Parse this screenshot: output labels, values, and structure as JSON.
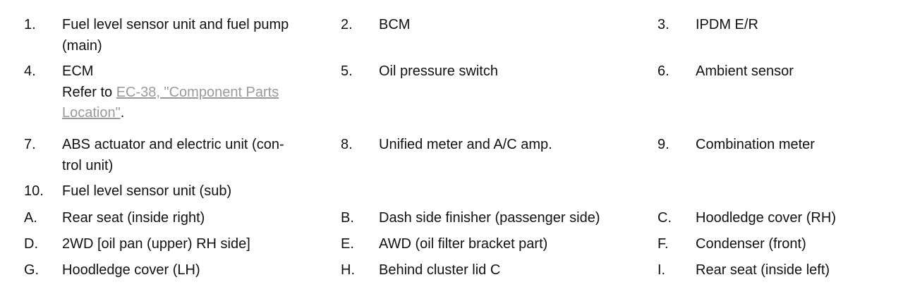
{
  "items": [
    {
      "num": "1.",
      "lines": [
        "Fuel level sensor unit and fuel pump",
        "(main)"
      ]
    },
    {
      "num": "2.",
      "lines": [
        "BCM"
      ]
    },
    {
      "num": "3.",
      "lines": [
        "IPDM E/R"
      ]
    },
    {
      "num": "4.",
      "lines": [
        "ECM"
      ],
      "ref_prefix": "Refer to ",
      "ref_link_line1": "EC-38, \"Component Parts",
      "ref_link_line2": "Location\"",
      "ref_suffix": "."
    },
    {
      "num": "5.",
      "lines": [
        "Oil pressure switch"
      ]
    },
    {
      "num": "6.",
      "lines": [
        "Ambient sensor"
      ]
    },
    {
      "num": "7.",
      "lines": [
        "ABS actuator and electric unit (con-",
        "trol unit)"
      ]
    },
    {
      "num": "8.",
      "lines": [
        "Unified meter and A/C amp."
      ]
    },
    {
      "num": "9.",
      "lines": [
        "Combination meter"
      ]
    },
    {
      "num": "10.",
      "lines": [
        "Fuel level sensor unit (sub)"
      ]
    },
    {
      "num": "A.",
      "lines": [
        "Rear seat (inside right)"
      ]
    },
    {
      "num": "B.",
      "lines": [
        "Dash side finisher (passenger side)"
      ]
    },
    {
      "num": "C.",
      "lines": [
        "Hoodledge cover (RH)"
      ]
    },
    {
      "num": "D.",
      "lines": [
        "2WD [oil pan (upper) RH side]"
      ]
    },
    {
      "num": "E.",
      "lines": [
        "AWD (oil filter bracket part)"
      ]
    },
    {
      "num": "F.",
      "lines": [
        "Condenser (front)"
      ]
    },
    {
      "num": "G.",
      "lines": [
        "Hoodledge cover (LH)"
      ]
    },
    {
      "num": "H.",
      "lines": [
        "Behind cluster lid C"
      ]
    },
    {
      "num": "I.",
      "lines": [
        "Rear seat (inside left)"
      ]
    }
  ]
}
